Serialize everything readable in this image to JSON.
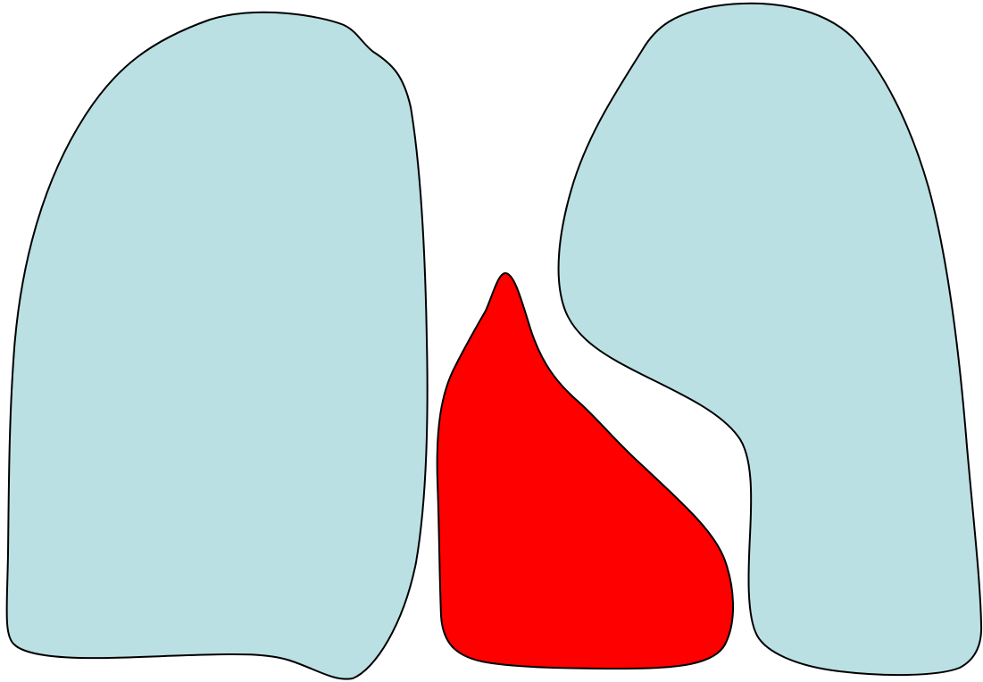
{
  "diagram": {
    "background": "#ffffff",
    "outline_color": "#000000",
    "shapes": [
      {
        "name": "right-lung-shape",
        "fill": "#bbe0e3"
      },
      {
        "name": "heart-shape",
        "fill": "#ff0000"
      },
      {
        "name": "left-lung-shape",
        "fill": "#bbe0e3"
      }
    ]
  }
}
